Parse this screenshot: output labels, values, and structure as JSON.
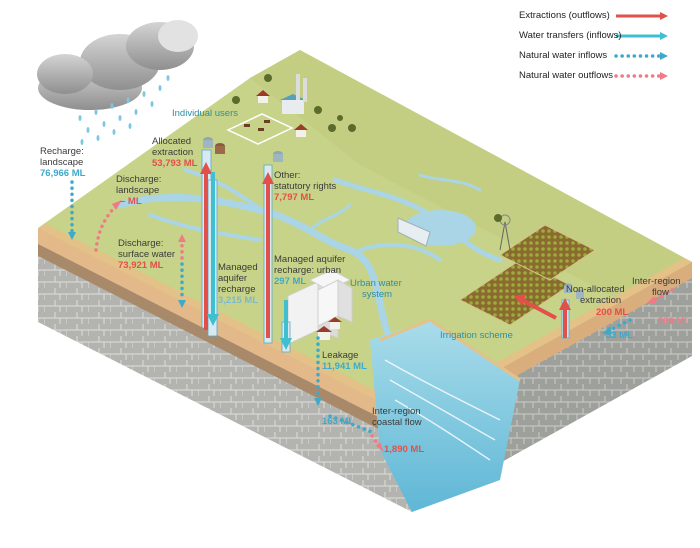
{
  "legend": {
    "extractions": "Extractions (outflows)",
    "transfers": "Water transfers (inflows)",
    "natural_inflows": "Natural water inflows",
    "natural_outflows": "Natural water outflows"
  },
  "labels": {
    "individual_users": "Individual users",
    "allocated_line1": "Allocated",
    "allocated_line2": "extraction",
    "allocated_value": "53,793 ML",
    "recharge_line1": "Recharge:",
    "recharge_line2": "landscape",
    "recharge_value": "76,966 ML",
    "discharge_land_line1": "Discharge:",
    "discharge_land_line2": "landscape",
    "discharge_land_value": "– ML",
    "discharge_sw_line1": "Discharge:",
    "discharge_sw_line2": "surface water",
    "discharge_sw_value": "73,921 ML",
    "mar_line1": "Managed",
    "mar_line2": "aquifer",
    "mar_line3": "recharge",
    "mar_value": "3,215 ML",
    "other_line1": "Other:",
    "other_line2": "statutory rights",
    "other_value": "7,797 ML",
    "mar_urban_line1": "Managed aquifer",
    "mar_urban_line2": "recharge: urban",
    "mar_urban_value": "297 ML",
    "urban_line1": "Urban water",
    "urban_line2": "system",
    "leakage_label": "Leakage",
    "leakage_value": "11,941 ML",
    "coastal_line1": "Inter-region",
    "coastal_line2": "coastal flow",
    "coastal_in_value": "163 ML",
    "coastal_out_value": "1,890 ML",
    "irrigation": "Irrigation scheme",
    "nonalloc_line1": "Non-allocated",
    "nonalloc_line2": "extraction",
    "nonalloc_value": "200 ML",
    "nonalloc_in_value": "53 ML",
    "interregion_line1": "Inter-region",
    "interregion_line2": "flow",
    "interregion_value": "269 ML"
  },
  "colors": {
    "extraction": "#e2504a",
    "transfer": "#3fbfd0",
    "inflow": "#3fa9c9",
    "outflow": "#ef7b86",
    "land": "#c9d68a",
    "soil": "#e8c28e",
    "rock": "#b2b3ae"
  }
}
